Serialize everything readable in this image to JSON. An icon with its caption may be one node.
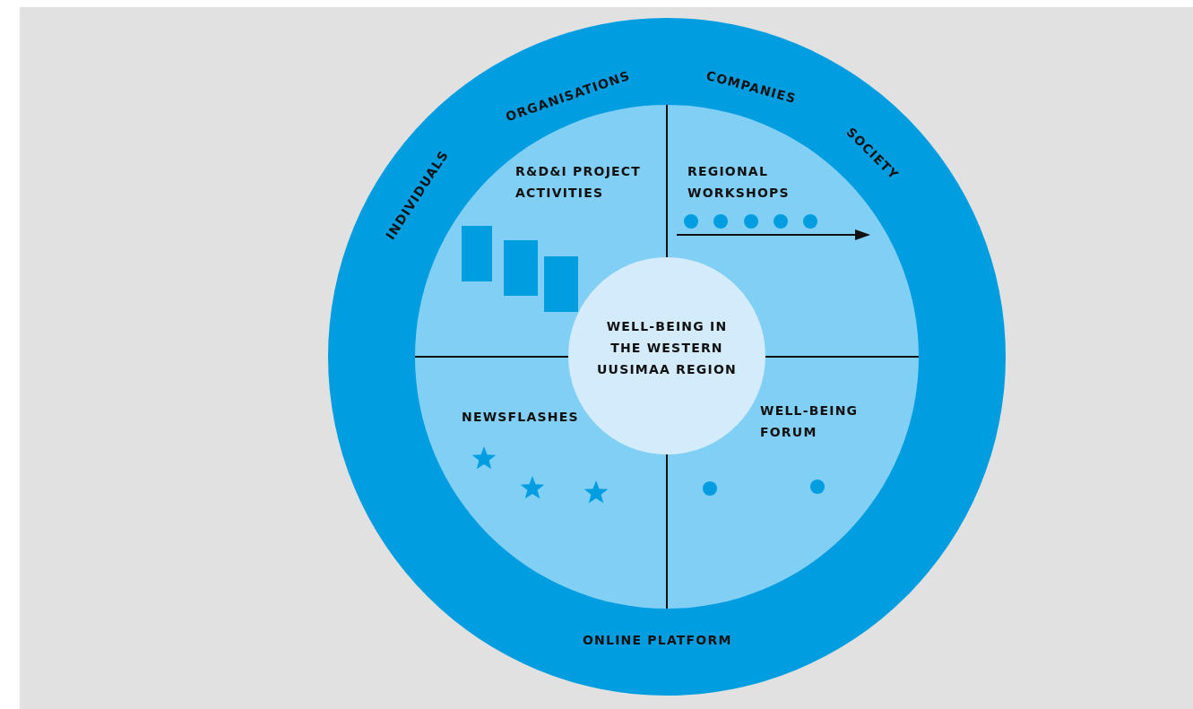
{
  "diagram": {
    "nodes": [
      {
        "text": [
          "ONLINE PLATFORM"
        ]
      },
      {
        "text": [
          "R&D&I PROJECT ACTIVITIES"
        ],
        "in": 0
      },
      {
        "text": [
          "REGIONAL WORKSHOPS"
        ],
        "in": 0
      },
      {
        "text": [
          "NEWSFLASHES"
        ],
        "in": 0
      },
      {
        "text": [
          "WELL-BEING FORUM"
        ],
        "in": 0
      },
      {
        "text": [
          "WELL-BEING IN THE WESTERN UUSIMAA REGION"
        ],
        "in": 0
      }
    ],
    "labels": [
      "INDIVIDUALS",
      "ORGANISATIONS",
      "COMPANIES",
      "SOCIETY"
    ]
  }
}
